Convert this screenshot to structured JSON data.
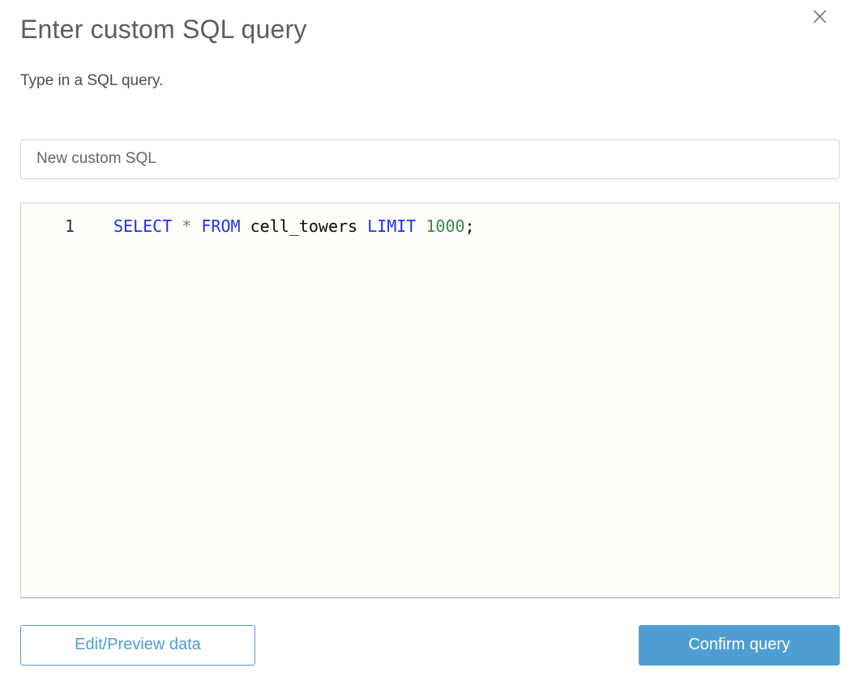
{
  "dialog": {
    "title": "Enter custom SQL query",
    "subtitle": "Type in a SQL query.",
    "close_icon_glyph": "×"
  },
  "name_input": {
    "value": "New custom SQL"
  },
  "editor": {
    "line_number": "1",
    "code_plain": "SELECT * FROM cell_towers LIMIT 1000;",
    "tokens": [
      {
        "text": "SELECT",
        "type": "keyword"
      },
      {
        "text": " ",
        "type": "plain"
      },
      {
        "text": "*",
        "type": "operator"
      },
      {
        "text": " ",
        "type": "plain"
      },
      {
        "text": "FROM",
        "type": "keyword"
      },
      {
        "text": " ",
        "type": "plain"
      },
      {
        "text": "cell_towers",
        "type": "plain"
      },
      {
        "text": " ",
        "type": "plain"
      },
      {
        "text": "LIMIT",
        "type": "keyword"
      },
      {
        "text": " ",
        "type": "plain"
      },
      {
        "text": "1000",
        "type": "number"
      },
      {
        "text": ";",
        "type": "plain"
      }
    ]
  },
  "footer": {
    "edit_preview_label": "Edit/Preview data",
    "confirm_label": "Confirm query"
  },
  "colors": {
    "keyword": "#1e32e6",
    "operator": "#7a7a85",
    "number": "#3a8754",
    "code_plain": "#0b0b0b",
    "accent_blue": "#4f9dd4",
    "title_gray": "#565e66"
  }
}
